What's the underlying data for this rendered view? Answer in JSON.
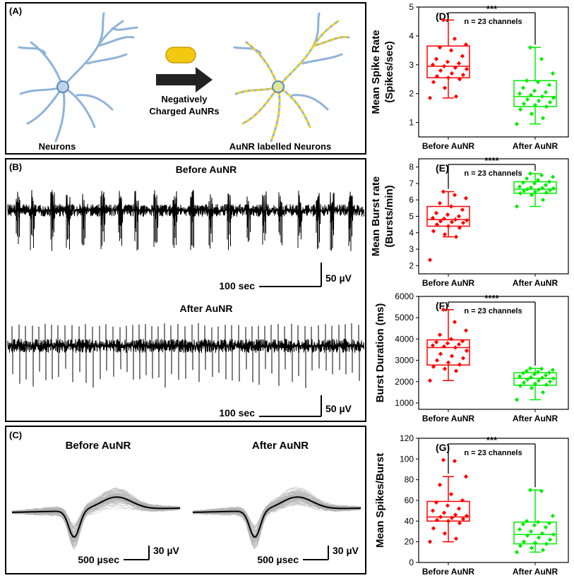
{
  "panel_a": {
    "label": "(A)",
    "left_caption": "Neurons",
    "arrow_line1": "Negatively",
    "arrow_line2": "Charged AuNRs",
    "right_caption": "AuNR labelled Neurons",
    "neuron_color": "#8fb3d9",
    "aunr_color": "#f2c811"
  },
  "panel_b": {
    "label": "(B)",
    "top_title": "Before AuNR",
    "bottom_title": "After AuNR",
    "time_scale": "100 sec",
    "volt_scale": "50 µV"
  },
  "panel_c": {
    "label": "(C)",
    "left_title": "Before AuNR",
    "right_title": "After AuNR",
    "time_scale": "500 µsec",
    "volt_scale": "30 µV"
  },
  "chart_data": [
    {
      "id": "D",
      "label": "(D)",
      "type": "box",
      "ylabel": "Mean Spike Rate (Spikes/sec)",
      "ylabel_lines": [
        "Mean Spike Rate",
        "(Spikes/sec)"
      ],
      "ylim": [
        0.5,
        5
      ],
      "yticks": [
        1,
        2,
        3,
        4,
        5
      ],
      "categories": [
        "Before AuNR",
        "After AuNR"
      ],
      "significance": "***",
      "annotation": "n = 23 channels",
      "series": [
        {
          "whisker_low": 1.85,
          "q1": 2.55,
          "median": 2.95,
          "q3": 3.65,
          "whisker_high": 4.55,
          "color": "#ff0000",
          "points": [
            1.85,
            1.9,
            2.2,
            2.4,
            2.5,
            2.55,
            2.6,
            2.65,
            2.7,
            2.8,
            2.85,
            2.9,
            2.95,
            3.0,
            3.05,
            3.1,
            3.2,
            3.3,
            3.5,
            3.6,
            3.7,
            3.9,
            4.55
          ]
        },
        {
          "whisker_low": 0.95,
          "q1": 1.55,
          "median": 1.9,
          "q3": 2.45,
          "whisker_high": 3.6,
          "color": "#00ee00",
          "points": [
            0.95,
            1.15,
            1.3,
            1.45,
            1.55,
            1.6,
            1.65,
            1.7,
            1.75,
            1.8,
            1.85,
            1.9,
            1.95,
            2.0,
            2.05,
            2.1,
            2.2,
            2.3,
            2.4,
            2.45,
            2.7,
            3.2,
            3.6
          ]
        }
      ]
    },
    {
      "id": "E",
      "label": "(E)",
      "type": "box",
      "ylabel": "Mean Burst rate (Bursts/min)",
      "ylabel_lines": [
        "Mean Burst rate",
        "(Bursts/min)"
      ],
      "ylim": [
        1.5,
        8.5
      ],
      "yticks": [
        2,
        3,
        4,
        5,
        6,
        7,
        8
      ],
      "categories": [
        "Before AuNR",
        "After AuNR"
      ],
      "significance": "****",
      "annotation": "n = 23 channels",
      "series": [
        {
          "whisker_low": 3.75,
          "q1": 4.4,
          "median": 4.8,
          "q3": 5.6,
          "whisker_high": 6.5,
          "color": "#ff0000",
          "points": [
            2.35,
            3.75,
            3.9,
            4.1,
            4.3,
            4.4,
            4.5,
            4.6,
            4.65,
            4.7,
            4.75,
            4.8,
            4.85,
            4.9,
            5.0,
            5.1,
            5.2,
            5.4,
            5.6,
            5.8,
            6.1,
            6.3,
            6.5
          ]
        },
        {
          "whisker_low": 5.6,
          "q1": 6.4,
          "median": 6.65,
          "q3": 7.1,
          "whisker_high": 7.6,
          "color": "#00ee00",
          "points": [
            5.6,
            6.0,
            6.3,
            6.4,
            6.45,
            6.5,
            6.55,
            6.6,
            6.62,
            6.65,
            6.7,
            6.72,
            6.75,
            6.8,
            6.9,
            7.0,
            7.05,
            7.1,
            7.2,
            7.3,
            7.4,
            7.5,
            7.6
          ]
        }
      ]
    },
    {
      "id": "F",
      "label": "(F)",
      "type": "box",
      "ylabel": "Burst Duration (ms)",
      "ylabel_lines": [
        "Burst Duration (ms)"
      ],
      "ylim": [
        700,
        6000
      ],
      "yticks": [
        1000,
        2000,
        3000,
        4000,
        5000,
        6000
      ],
      "categories": [
        "Before AuNR",
        "After AuNR"
      ],
      "significance": "****",
      "annotation": "n = 23 channels",
      "series": [
        {
          "whisker_low": 2050,
          "q1": 2780,
          "median": 3600,
          "q3": 3960,
          "whisker_high": 5380,
          "color": "#ff0000",
          "points": [
            2050,
            2500,
            2600,
            2700,
            2800,
            2900,
            3000,
            3100,
            3200,
            3300,
            3450,
            3600,
            3650,
            3700,
            3750,
            3800,
            3850,
            3900,
            4000,
            4200,
            4400,
            4800,
            5380
          ]
        },
        {
          "whisker_low": 1150,
          "q1": 1830,
          "median": 2150,
          "q3": 2420,
          "whisker_high": 2620,
          "color": "#00ee00",
          "points": [
            1150,
            1500,
            1700,
            1800,
            1850,
            1900,
            1950,
            2000,
            2050,
            2100,
            2150,
            2180,
            2200,
            2250,
            2300,
            2350,
            2400,
            2420,
            2450,
            2500,
            2550,
            2600,
            2620
          ]
        }
      ]
    },
    {
      "id": "G",
      "label": "(G)",
      "type": "box",
      "ylabel": "Mean Spikes/Burst",
      "ylabel_lines": [
        "Mean Spikes/Burst"
      ],
      "ylim": [
        0,
        120
      ],
      "yticks": [
        0,
        20,
        40,
        60,
        80,
        100,
        120
      ],
      "categories": [
        "Before AuNR",
        "After AuNR"
      ],
      "significance": "***",
      "annotation": "n = 23 channels",
      "series": [
        {
          "whisker_low": 20,
          "q1": 40,
          "median": 44,
          "q3": 59,
          "whisker_high": 83,
          "color": "#ff0000",
          "points": [
            20,
            23,
            28,
            33,
            38,
            40,
            41,
            42,
            43,
            44,
            45,
            46,
            48,
            50,
            52,
            55,
            58,
            60,
            66,
            75,
            83,
            98,
            99
          ]
        },
        {
          "whisker_low": 10,
          "q1": 18,
          "median": 27,
          "q3": 39,
          "whisker_high": 70,
          "color": "#00ee00",
          "points": [
            10,
            12,
            14,
            16,
            18,
            19,
            20,
            22,
            24,
            26,
            27,
            28,
            30,
            32,
            34,
            36,
            37,
            38,
            39,
            40,
            45,
            69,
            70
          ]
        }
      ]
    }
  ]
}
